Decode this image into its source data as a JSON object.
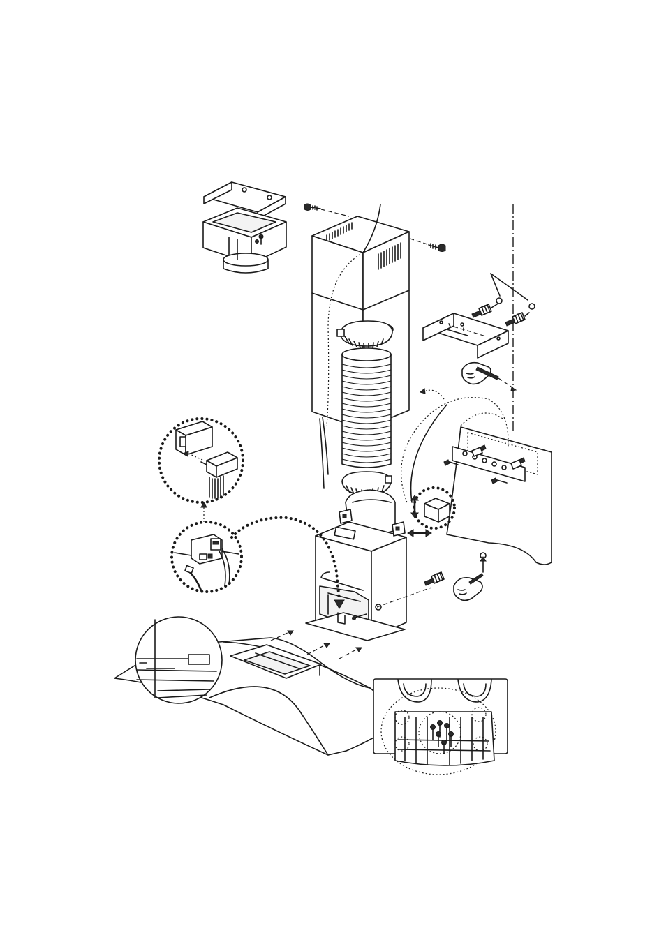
{
  "figure": {
    "parts": [
      {
        "id": "duct-adapter-box",
        "icon": "box-bracket-icon"
      },
      {
        "id": "upper-chimney",
        "icon": "chimney-icon"
      },
      {
        "id": "flexible-duct",
        "icon": "flex-duct-icon"
      },
      {
        "id": "wall-bracket",
        "icon": "wall-bracket-icon"
      },
      {
        "id": "wall-plugs-and-screws",
        "icon": "wall-plug-icon"
      },
      {
        "id": "motor-housing",
        "icon": "motor-housing-icon"
      },
      {
        "id": "connector-detail",
        "icon": "plug-connector-icon"
      },
      {
        "id": "wiring-detail",
        "icon": "wiring-icon"
      },
      {
        "id": "hood-canopy",
        "icon": "canopy-icon"
      },
      {
        "id": "filter-detail",
        "icon": "filter-screws-icon"
      },
      {
        "id": "hand-pencil",
        "icon": "hand-pencil-icon"
      }
    ]
  }
}
